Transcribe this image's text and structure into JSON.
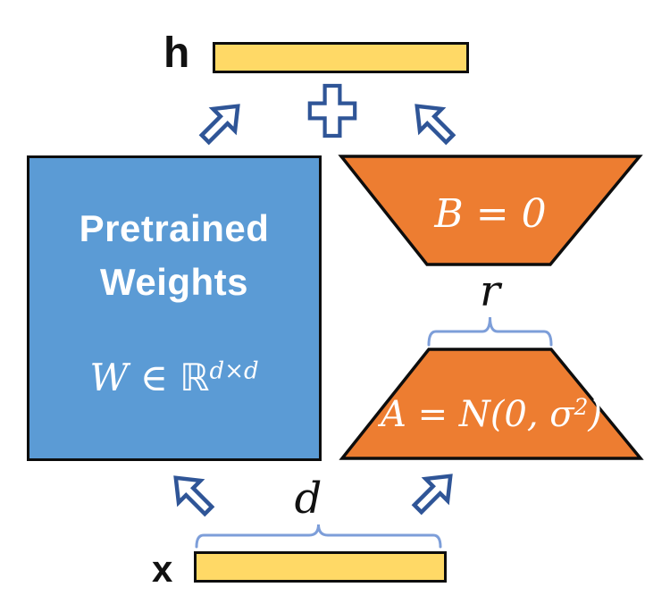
{
  "labels": {
    "h": "h",
    "x": "x",
    "r": "r",
    "d": "d"
  },
  "pretrained_block": {
    "line1": "Pretrained",
    "line2": "Weights",
    "formula_base": "W ∈ ℝ",
    "formula_sup": "d×d"
  },
  "lora_b_block": {
    "formula": "B = 0"
  },
  "lora_a_block": {
    "formula_open": "A = N(0, σ",
    "formula_sup": "2",
    "formula_close": ")"
  },
  "icons": {
    "plus_icon": "+",
    "up_right_arrow_icon": "⇗",
    "up_left_arrow_icon": "⇖"
  },
  "colors": {
    "pretrained_fill": "#5B9BD5",
    "lora_fill": "#ED7D31",
    "vector_fill": "#FFD966",
    "outline": "#0d0d0d",
    "arrow_stroke": "#2F5597",
    "brace_stroke": "#7D9ED9",
    "text_on_shapes": "#FFFFFF",
    "label_text": "#111111"
  }
}
